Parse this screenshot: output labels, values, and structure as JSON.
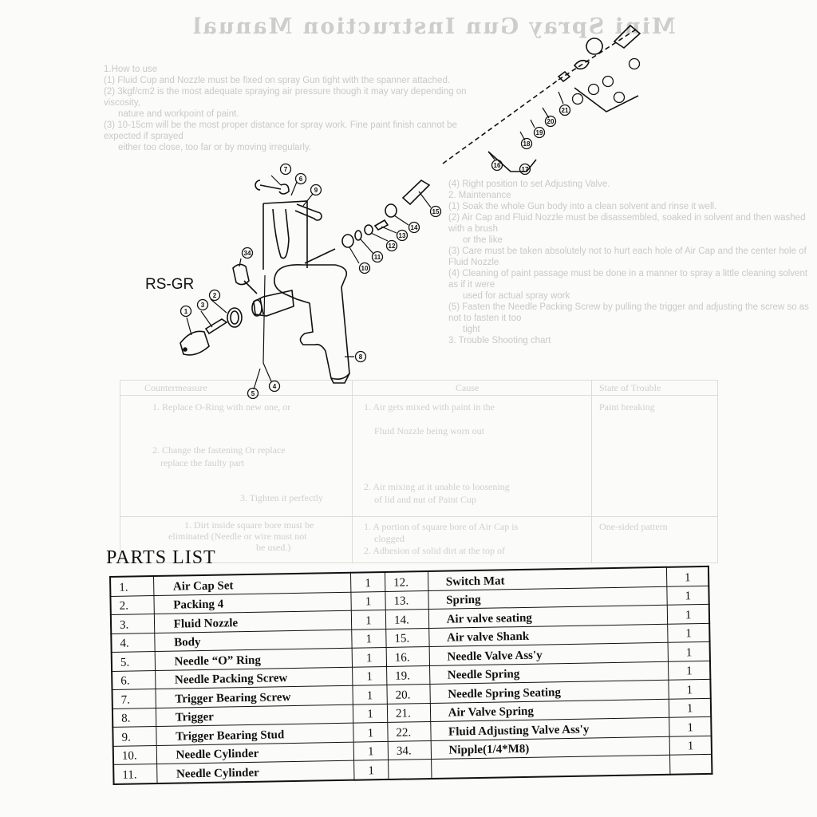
{
  "background_text": {
    "title": "Mini Spray Gun Instruction Manual",
    "lines": [
      "1.How to use",
      "(1) Fluid Cup and Nozzle must be fixed on spray Gun tight with the spanner attached.",
      "(2) 3kgf/cm2 is the most adequate spraying air pressure though it may vary depending on viscosity,",
      "nature and workpoint of paint.",
      "(3) 10-15cm will be the most proper distance for spray work. Fine paint finish cannot be expected if sprayed",
      "either too close, too far or by moving irregularly.",
      "(4) Right position to set Adjusting Valve.",
      "2. Maintenance",
      "(1) Soak the whole Gun body into a clean solvent and rinse it well.",
      "(2) Air Cap and Fluid Nozzle must be disassembled, soaked in solvent and then washed with a brush",
      "or the like",
      "(3) Care must be taken absolutely not to hurt each hole of Air Cap and the center hole of Fluid Nozzle",
      "(4) Cleaning of paint passage must be done in a manner to spray a little cleaning solvent as if it were",
      "used for actual spray work",
      "(5) Fasten the Needle Packing Screw by pulling the trigger and adjusting the screw so as not to fasten it too",
      "tight",
      "3. Trouble Shooting chart"
    ],
    "trouble_table": {
      "headers": [
        "Countermeasure",
        "Cause",
        "State of Trouble"
      ],
      "cells": [
        "1. Replace O-Ring with new one, or",
        "2. Change the fastening Or replace",
        "replace the faulty part",
        "3. Tighten it perfectly",
        "1. Dirt inside square bore must be",
        "eliminated (Needle or wire must not",
        "be used.)",
        "1. Air gets mixed with paint in the",
        "Fluid Nozzle being worn out",
        "2. Air mixing at it unable to loosening",
        "of lid and nut of Paint Cup",
        "1. A portion of square bore of Air Cap is",
        "clogged",
        "2. Adhesion of solid dirt at the top of",
        "Paint  breaking",
        "One-sided pattern"
      ]
    }
  },
  "diagram": {
    "model_label": "RS-GR",
    "callouts": [
      "1",
      "2",
      "3",
      "34",
      "7",
      "6",
      "9",
      "8",
      "4",
      "5",
      "10",
      "11",
      "12",
      "13",
      "14",
      "15",
      "16",
      "17",
      "18",
      "19",
      "20",
      "21"
    ]
  },
  "parts_list": {
    "title": "PARTS  LIST",
    "rows": [
      {
        "no": "1.",
        "name": "Air Cap Set",
        "qty": "1",
        "no2": "12.",
        "name2": "Switch Mat",
        "qty2": "1"
      },
      {
        "no": "2.",
        "name": "Packing  4",
        "qty": "1",
        "no2": "13.",
        "name2": "Spring",
        "qty2": "1"
      },
      {
        "no": "3.",
        "name": "Fluid  Nozzle",
        "qty": "1",
        "no2": "14.",
        "name2": "Air valve seating",
        "qty2": "1"
      },
      {
        "no": "4.",
        "name": "Body",
        "qty": "1",
        "no2": "15.",
        "name2": "Air valve Shank",
        "qty2": "1"
      },
      {
        "no": "5.",
        "name": "Needle  “O” Ring",
        "qty": "1",
        "no2": "16.",
        "name2": "Needle Valve Ass'y",
        "qty2": "1"
      },
      {
        "no": "6.",
        "name": "Needle Packing Screw",
        "qty": "1",
        "no2": "19.",
        "name2": "Needle Spring",
        "qty2": "1"
      },
      {
        "no": "7.",
        "name": "Trigger Bearing Screw",
        "qty": "1",
        "no2": "20.",
        "name2": "Needle Spring Seating",
        "qty2": "1"
      },
      {
        "no": "8.",
        "name": "Trigger",
        "qty": "1",
        "no2": "21.",
        "name2": "Air Valve Spring",
        "qty2": "1"
      },
      {
        "no": "9.",
        "name": "Trigger Bearing Stud",
        "qty": "1",
        "no2": "22.",
        "name2": "Fluid Adjusting Valve Ass'y",
        "qty2": "1"
      },
      {
        "no": "10.",
        "name": "Needle Cylinder",
        "qty": "1",
        "no2": "34.",
        "name2": "Nipple(1/4*M8)",
        "qty2": "1"
      },
      {
        "no": "11.",
        "name": "Needle Cylinder",
        "qty": "1",
        "no2": "",
        "name2": "",
        "qty2": ""
      }
    ]
  }
}
